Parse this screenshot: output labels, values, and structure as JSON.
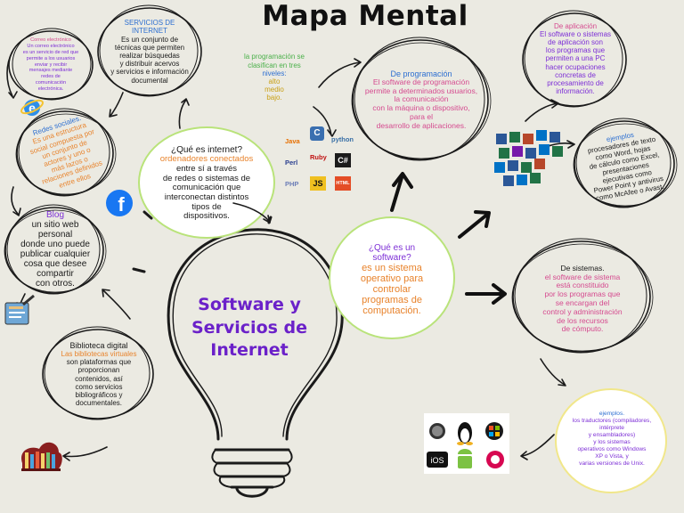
{
  "title": "Mapa Mental",
  "central": {
    "line1": "Software y",
    "line2": "Servicios de",
    "line3": "Internet"
  },
  "servicios_internet": {
    "heading_1": "SERVICIOS DE",
    "heading_2": "INTERNET",
    "lines": [
      "Es un conjunto de",
      "técnicas que permiten",
      "realizar búsquedas",
      "y distribuir acervos",
      "y servicios e información",
      "documental"
    ]
  },
  "correo": {
    "lines": [
      "Correo electrónico",
      "Un correo electrónico",
      "es un servicio de red que",
      "permite a los usuarios",
      "enviar y recibir",
      "mensajes mediante",
      "redes de",
      "comunicación",
      "electrónica."
    ]
  },
  "redes": {
    "heading": "Redes sociales.",
    "lines": [
      "Es una estructura",
      "social compuesta por",
      "un conjunto de",
      "actores y uno o",
      "más lazos o",
      "relaciones definidos",
      "entre ellos"
    ]
  },
  "blog": {
    "heading": "Blog",
    "lines": [
      "un sitio web",
      "personal",
      "donde uno puede",
      "publicar cualquier",
      "cosa que desee",
      "compartir",
      "con otros."
    ]
  },
  "biblioteca": {
    "heading": "Biblioteca digital",
    "lines": [
      "Las bibliotecas virtuales",
      "son plataformas que",
      "proporcionan",
      "contenidos, así",
      "como servicios",
      "bibliográficos y",
      "documentales."
    ]
  },
  "que_internet": {
    "heading": "¿Qué es internet?",
    "lines": [
      "ordenadores conectados",
      "entre sí a través",
      "de redes o sistemas de",
      "comunicación que",
      "interconectan distintos",
      "tipos de",
      "dispositivos."
    ]
  },
  "programacion_niveles": {
    "lines": [
      "la programación se",
      "clasifican en tres",
      "niveles:"
    ],
    "levels": [
      "alto",
      "medio",
      "bajo."
    ]
  },
  "de_programacion": {
    "heading": "De programación",
    "lines": [
      "El software de programación",
      "permite a determinados usuarios,",
      "la comunicación",
      "con la máquina o dispositivo,",
      "para el",
      "desarrollo de aplicaciones."
    ]
  },
  "de_aplicacion": {
    "heading": "De aplicación",
    "lines": [
      "El software o sistemas",
      "de aplicación son",
      "los programas que",
      "permiten a una PC",
      "hacer ocupaciones",
      "concretas de",
      "procesamiento de",
      "información."
    ]
  },
  "ejemplos_apps": {
    "heading": "ejemplos",
    "lines": [
      "procesadores de texto",
      "como Word, hojas",
      "de cálculo como Excel,",
      "presentaciones",
      "ejecutivas como",
      "Power Point y antivirus",
      "como McAfee o Avast."
    ]
  },
  "que_software": {
    "heading_1": "¿Qué es un",
    "heading_2": "software?",
    "lines": [
      "es un sistema",
      "operativo para",
      "controlar",
      "programas de",
      "computación."
    ]
  },
  "de_sistemas": {
    "heading": "De sistemas.",
    "lines": [
      "el software de sistema",
      "está constituido",
      "por los programas que",
      "se encargan del",
      "control y administración",
      "de los recursos",
      "de cómputo."
    ]
  },
  "ejemplos_sistemas": {
    "heading": "ejemplos.",
    "lines": [
      "los traductores (compiladores,",
      "intérprete",
      "y ensambladores)",
      "y los sistemas",
      "operativos como Windows",
      "XP o Vista, y",
      "varias versiones de Unix."
    ]
  },
  "languages": [
    "Java",
    "C",
    "python",
    "Perl",
    "Ruby",
    "C#",
    "PHP",
    "JS",
    "HTML"
  ],
  "colors": {
    "background": "#ebeae2",
    "purple": "#7d2fd6",
    "orange": "#e8832c",
    "pink": "#d54a8f",
    "blue": "#2d6fd1",
    "green": "#4bb04a",
    "central_text": "#6b21c9"
  }
}
